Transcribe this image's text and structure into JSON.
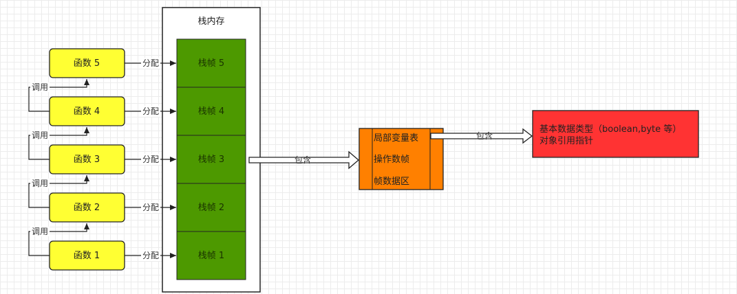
{
  "stack_memory": {
    "title": "栈内存",
    "frames": [
      "栈帧 5",
      "栈帧 4",
      "栈帧 3",
      "栈帧 2",
      "栈帧 1"
    ]
  },
  "functions": [
    "函数 5",
    "函数 4",
    "函数 3",
    "函数 2",
    "函数 1"
  ],
  "labels": {
    "allocate": "分配",
    "call": "调用",
    "contains": "包含"
  },
  "frame_contents": {
    "items": [
      "局部变量表",
      "操作数帧",
      "帧数据区"
    ]
  },
  "variable_types": {
    "line1": "基本数据类型（boolean,byte 等）",
    "line2": "对象引用指针"
  },
  "colors": {
    "function_fill": "#ffff33",
    "frame_fill": "#4d9900",
    "frame_contents_fill": "#ff8000",
    "variable_types_fill": "#ff3333"
  }
}
